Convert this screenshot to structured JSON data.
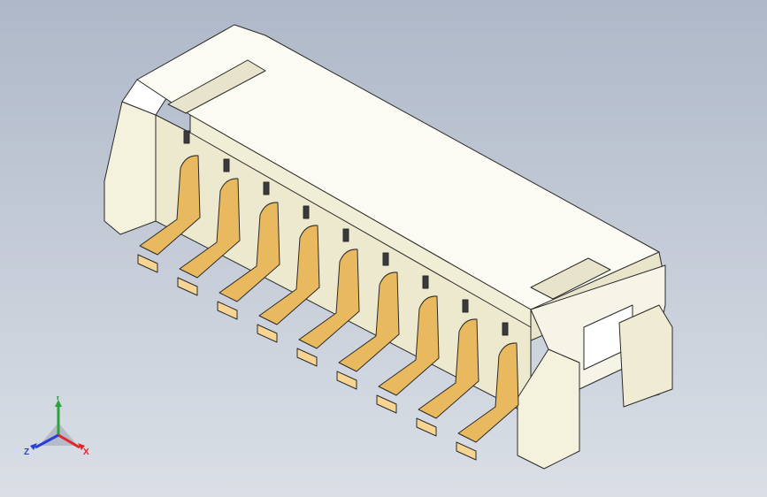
{
  "viewport": {
    "background_top": "#aeb8c8",
    "background_bottom": "#dadfe6"
  },
  "model": {
    "pin_count": 9,
    "housing_color": "#f4f1dc",
    "housing_shadow": "#e2dec2",
    "pin_color": "#e8b95e",
    "pin_highlight": "#f6d592",
    "edge_color": "#2a2a2a"
  },
  "triad": {
    "x_label": "X",
    "y_label": "Y",
    "z_label": "Z",
    "x_color": "#e0262b",
    "y_color": "#2aa33a",
    "z_color": "#2b3fd6"
  }
}
